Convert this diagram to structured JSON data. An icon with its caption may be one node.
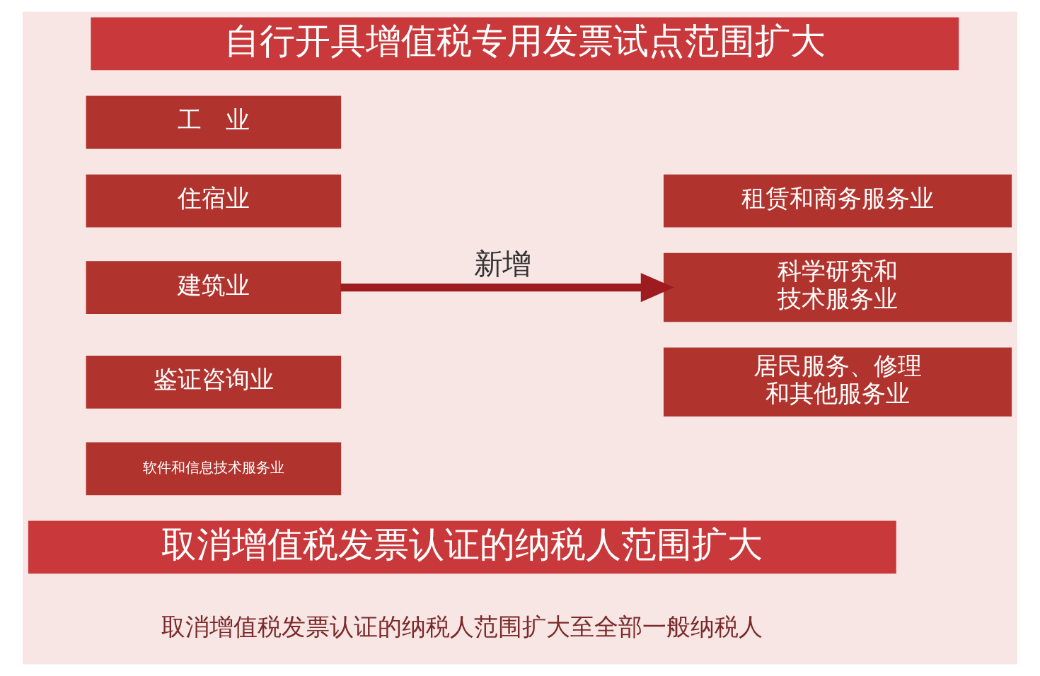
{
  "diagram": {
    "nodes": [
      {
        "text": [
          "自行开具增值税专用发票试点范围扩大"
        ]
      },
      {
        "text": [
          "工　业"
        ]
      },
      {
        "text": [
          "住宿业"
        ]
      },
      {
        "text": [
          "建筑业"
        ]
      },
      {
        "text": [
          "鉴证咨询业"
        ]
      },
      {
        "text": [
          "软件和信息技术服务业"
        ]
      },
      {
        "text": [
          "租赁和商务服务业"
        ]
      },
      {
        "text": [
          "科学研究和技术服务业"
        ]
      },
      {
        "text": [
          "居民服务、修理和其他服务业"
        ]
      },
      {
        "text": [
          "取消增值税发票认证的纳税人范围扩大"
        ]
      }
    ],
    "edges": [
      {
        "from": 3,
        "to": 7,
        "arrow": "to",
        "label": "新增"
      }
    ],
    "labels": [
      "取消增值税发票认证的纳税人范围扩大至全部一般纳税人"
    ]
  }
}
